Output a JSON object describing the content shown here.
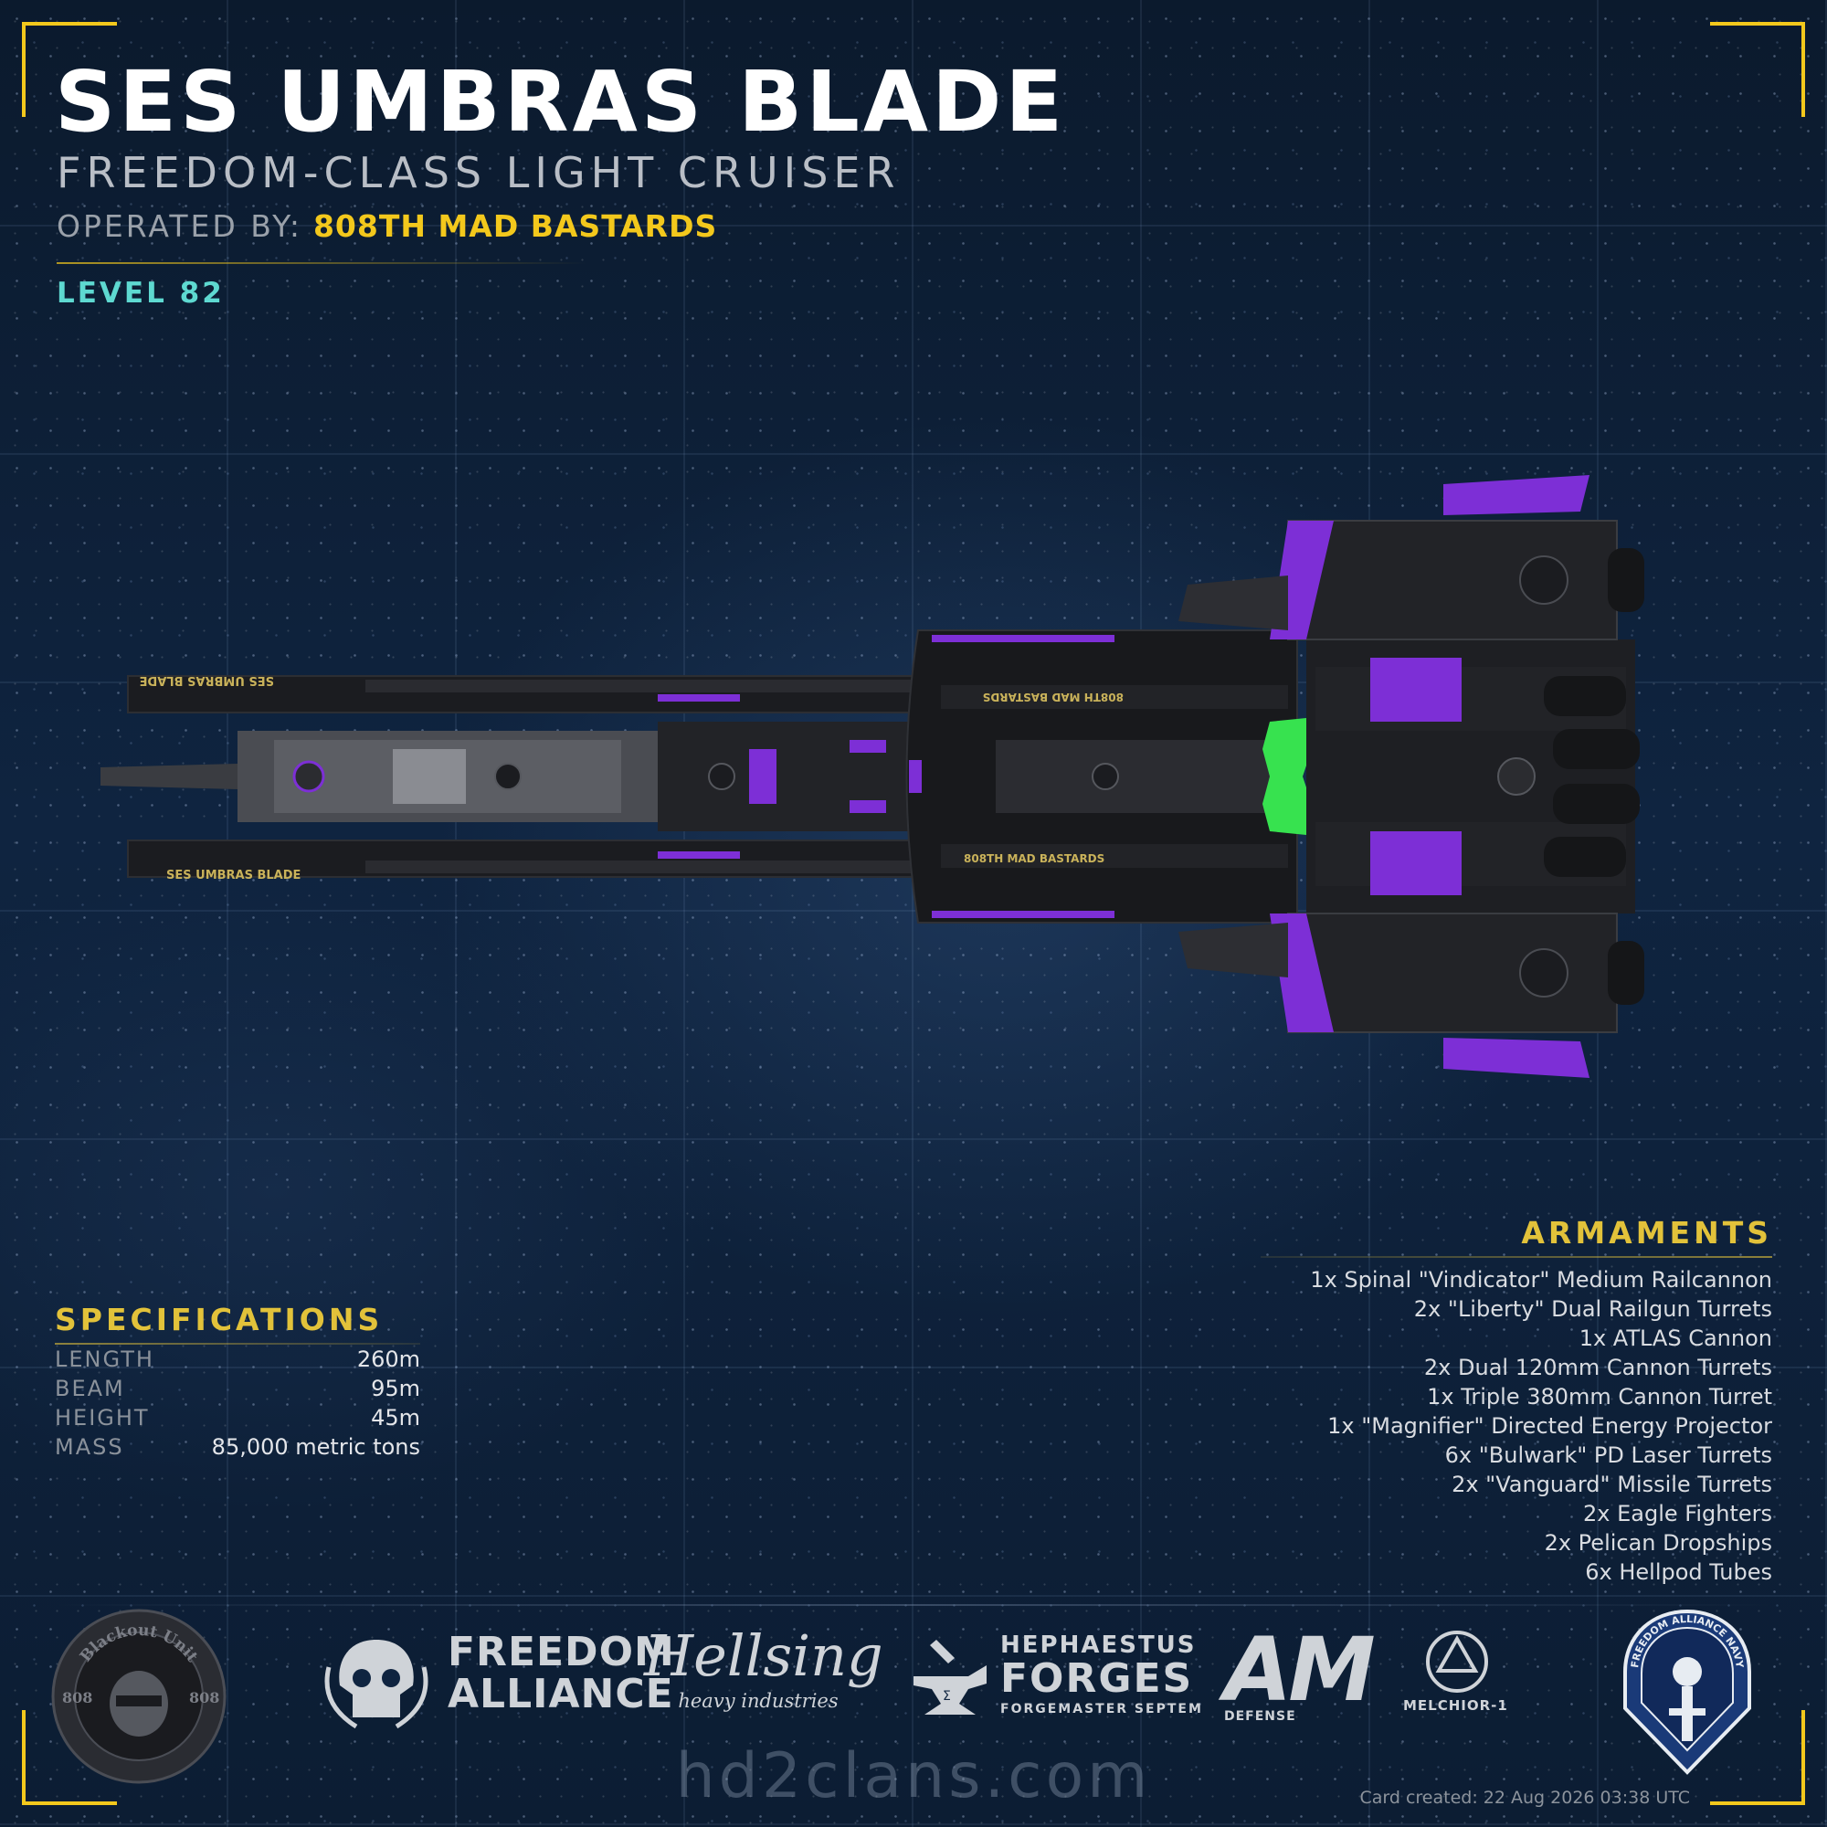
{
  "ship": {
    "name": "SES UMBRAS BLADE",
    "class": "FREEDOM-CLASS LIGHT CRUISER",
    "operated_label": "OPERATED BY:",
    "operator": "808TH MAD BASTARDS",
    "level": "LEVEL 82",
    "hull_text_1": "SES UMBRAS BLADE",
    "hull_text_2": "SES UMBRAS BLADE",
    "hull_text_3": "808TH MAD BASTARDS",
    "hull_text_4": "808TH MAD BASTARDS"
  },
  "specifications": {
    "title": "SPECIFICATIONS",
    "rows": [
      {
        "label": "LENGTH",
        "value": "260m"
      },
      {
        "label": "BEAM",
        "value": "95m"
      },
      {
        "label": "HEIGHT",
        "value": "45m"
      },
      {
        "label": "MASS",
        "value": "85,000 metric tons"
      }
    ]
  },
  "armaments": {
    "title": "ARMAMENTS",
    "items": [
      "1x Spinal \"Vindicator\" Medium Railcannon",
      "2x \"Liberty\" Dual Railgun Turrets",
      "1x ATLAS Cannon",
      "2x Dual 120mm Cannon Turrets",
      "1x Triple 380mm Cannon Turret",
      "1x \"Magnifier\" Directed Energy Projector",
      "6x \"Bulwark\" PD Laser Turrets",
      "2x \"Vanguard\" Missile Turrets",
      "2x Eagle Fighters",
      "2x Pelican Dropships",
      "6x Hellpod Tubes"
    ]
  },
  "logos": {
    "blackout": {
      "name": "Blackout Unit",
      "left_num": "808",
      "right_num": "808"
    },
    "freedom_alliance": {
      "line1": "FREEDOM",
      "line2": "ALLIANCE"
    },
    "hellsing": {
      "line1": "Hellsing",
      "line2": "heavy industries"
    },
    "hephaestus": {
      "line1": "HEPHAESTUS",
      "line2": "FORGES",
      "line3": "FORGEMASTER SEPTEM"
    },
    "am": {
      "mark": "AM",
      "sub": "DEFENSE"
    },
    "melchior": {
      "name": "MELCHIOR-1"
    },
    "navy": {
      "ring_text": "FREEDOM ALLIANCE NAVY"
    }
  },
  "footer": {
    "site": "hd2clans.com",
    "created": "Card created: 22 Aug 2026 03:38 UTC"
  },
  "colors": {
    "accent_yellow": "#f3c81c",
    "level_teal": "#5ed9d1",
    "ship_purple": "#7d2fd6",
    "ship_green": "#37e24f"
  }
}
